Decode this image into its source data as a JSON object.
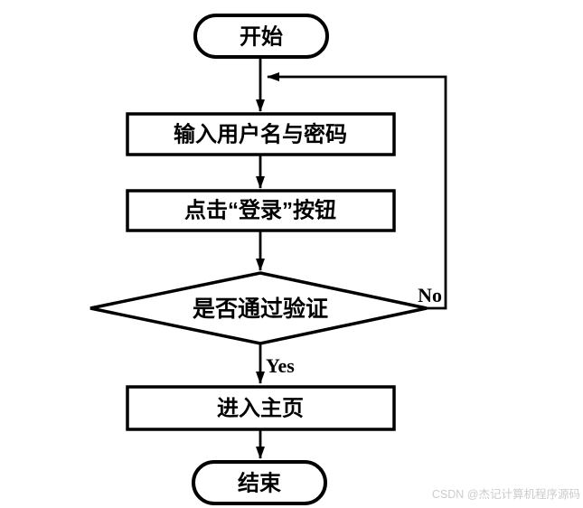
{
  "colors": {
    "line": "#000000",
    "background": "#ffffff",
    "watermark": "#cccccc"
  },
  "flowchart": {
    "nodes": {
      "start": {
        "label": "开始",
        "type": "terminator"
      },
      "input_credentials": {
        "label": "输入用户名与密码",
        "type": "process"
      },
      "click_login": {
        "label": "点击“登录”按钮",
        "type": "process"
      },
      "verify": {
        "label": "是否通过验证",
        "type": "decision"
      },
      "enter_home": {
        "label": "进入主页",
        "type": "process"
      },
      "end": {
        "label": "结束",
        "type": "terminator"
      }
    },
    "edge_labels": {
      "yes": "Yes",
      "no": "No"
    }
  },
  "watermark": {
    "text": "CSDN @杰记计算机程序源码"
  }
}
